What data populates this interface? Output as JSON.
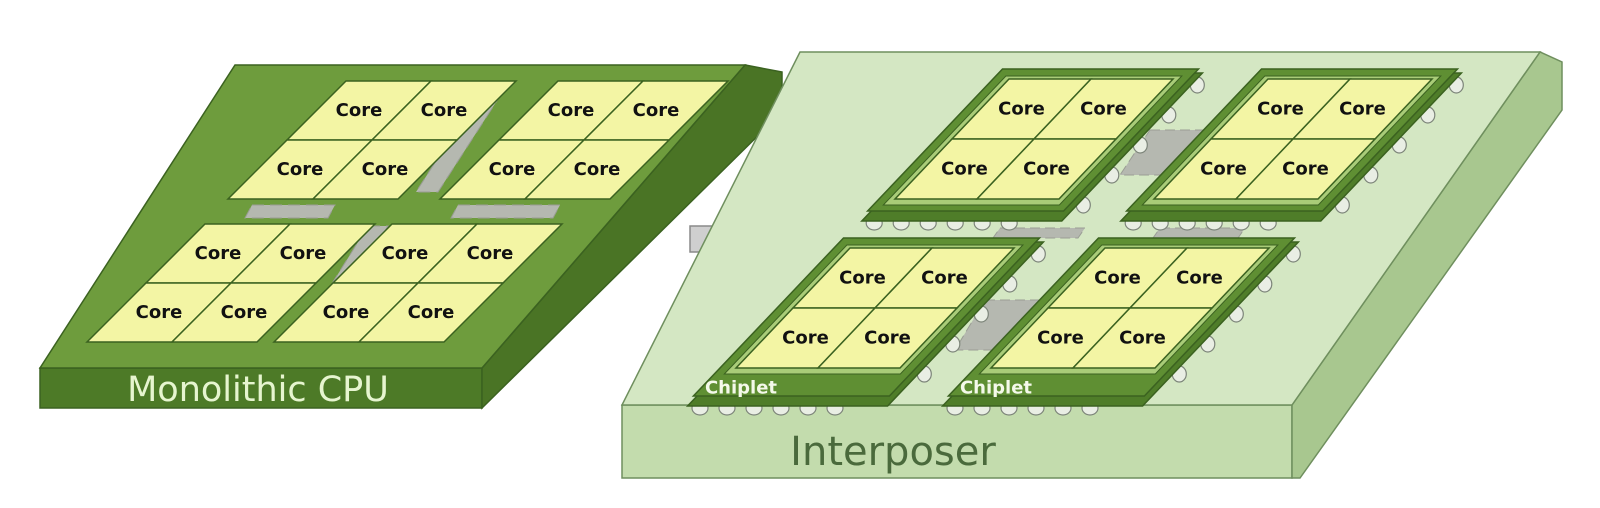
{
  "monolithic": {
    "label": "Monolithic CPU",
    "cores": [
      "Core",
      "Core",
      "Core",
      "Core",
      "Core",
      "Core",
      "Core",
      "Core",
      "Core",
      "Core",
      "Core",
      "Core",
      "Core",
      "Core",
      "Core",
      "Core"
    ]
  },
  "transition_arrow_icon": "arrow-right",
  "interposer": {
    "label": "Interposer",
    "chiplets": [
      {
        "label": "",
        "cores": [
          "Core",
          "Core",
          "Core",
          "Core"
        ]
      },
      {
        "label": "",
        "cores": [
          "Core",
          "Core",
          "Core",
          "Core"
        ]
      },
      {
        "label": "Chiplet",
        "cores": [
          "Core",
          "Core",
          "Core",
          "Core"
        ]
      },
      {
        "label": "Chiplet",
        "cores": [
          "Core",
          "Core",
          "Core",
          "Core"
        ]
      }
    ]
  },
  "colors": {
    "cpu_top": "#6e9c3d",
    "cpu_side": "#4d7a27",
    "outline": "#3b6220",
    "core_fill": "#f3f5a4",
    "interposer_top": "#d4e7c3",
    "interposer_front": "#c3dcad",
    "interposer_side": "#a8c78f",
    "chiplet_frame": "#5f8f33",
    "link_gray": "#b5b8b0",
    "arrow_gray": "#cfcfcf"
  }
}
